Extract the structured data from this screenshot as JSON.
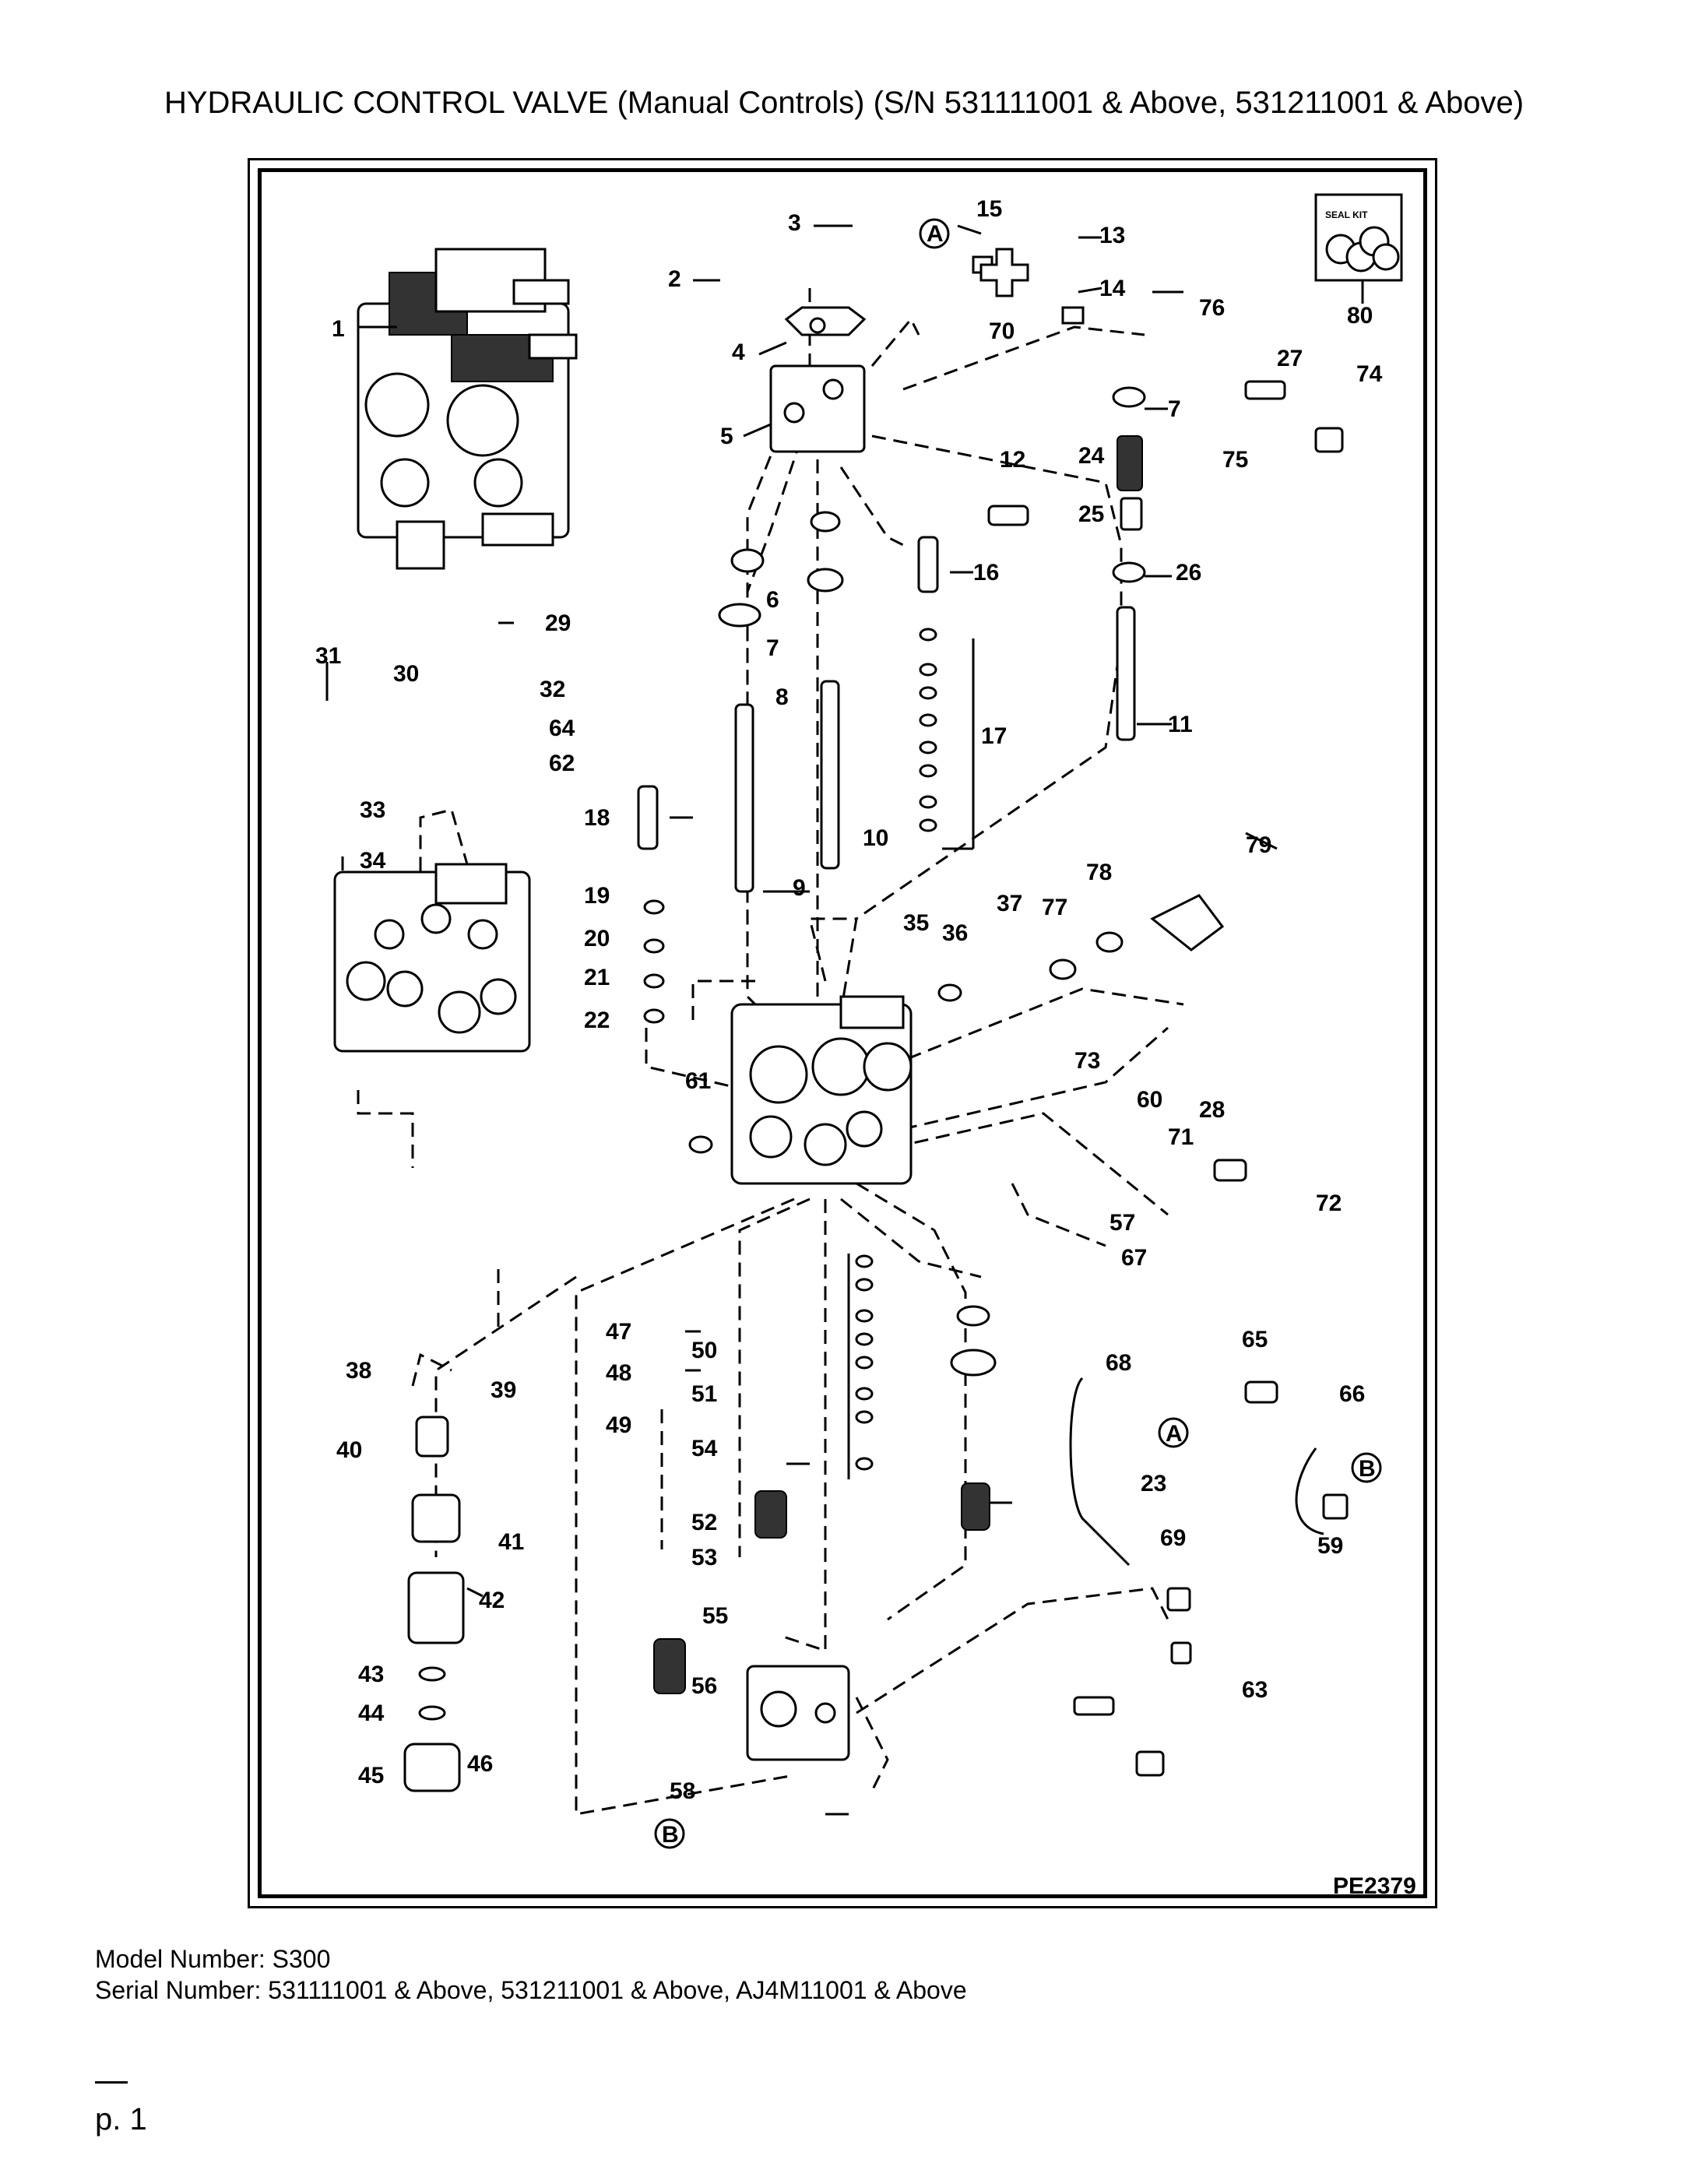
{
  "title": "HYDRAULIC CONTROL VALVE (Manual Controls) (S/N 531111001 & Above, 531211001 & Above)",
  "diagram": {
    "figure_code": "PE2379",
    "seal_kit_label": "SEAL KIT",
    "callouts": [
      "1",
      "2",
      "3",
      "4",
      "5",
      "6",
      "7",
      "8",
      "9",
      "10",
      "11",
      "12",
      "13",
      "14",
      "15",
      "16",
      "17",
      "18",
      "19",
      "20",
      "21",
      "22",
      "23",
      "24",
      "25",
      "26",
      "27",
      "28",
      "29",
      "30",
      "31",
      "32",
      "33",
      "34",
      "35",
      "36",
      "37",
      "38",
      "39",
      "40",
      "41",
      "42",
      "43",
      "44",
      "45",
      "46",
      "47",
      "48",
      "49",
      "50",
      "51",
      "52",
      "53",
      "54",
      "55",
      "56",
      "57",
      "58",
      "59",
      "60",
      "61",
      "62",
      "63",
      "64",
      "65",
      "66",
      "67",
      "68",
      "69",
      "70",
      "71",
      "72",
      "73",
      "74",
      "75",
      "76",
      "77",
      "78",
      "79",
      "80",
      "A",
      "B"
    ]
  },
  "footer": {
    "model": "Model Number: S300",
    "serial": "Serial Number: 531111001 & Above, 531211001 & Above, AJ4M11001 & Above",
    "page": "p. 1"
  }
}
